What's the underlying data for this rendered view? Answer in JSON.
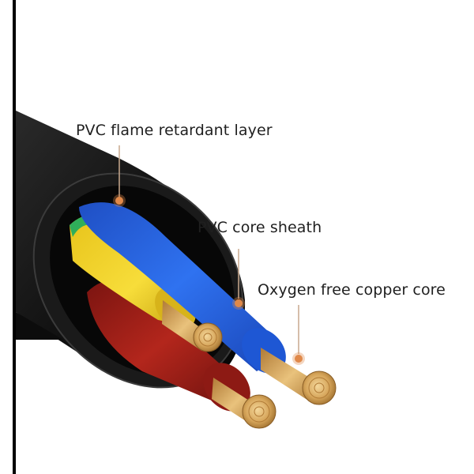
{
  "labels": {
    "flame_layer": "PVC flame retardant layer",
    "core_sheath": "PVC core sheath",
    "copper_core": "Oxygen free copper core"
  },
  "colors": {
    "outer_jacket": "#141414",
    "blue_core": "#2563e6",
    "green_core": "#2fae5a",
    "yellow_core": "#f3d323",
    "red_core": "#a81e17",
    "copper": "#d8a55a",
    "marker": "#e0894a",
    "leader_line": "#c9a98e"
  }
}
